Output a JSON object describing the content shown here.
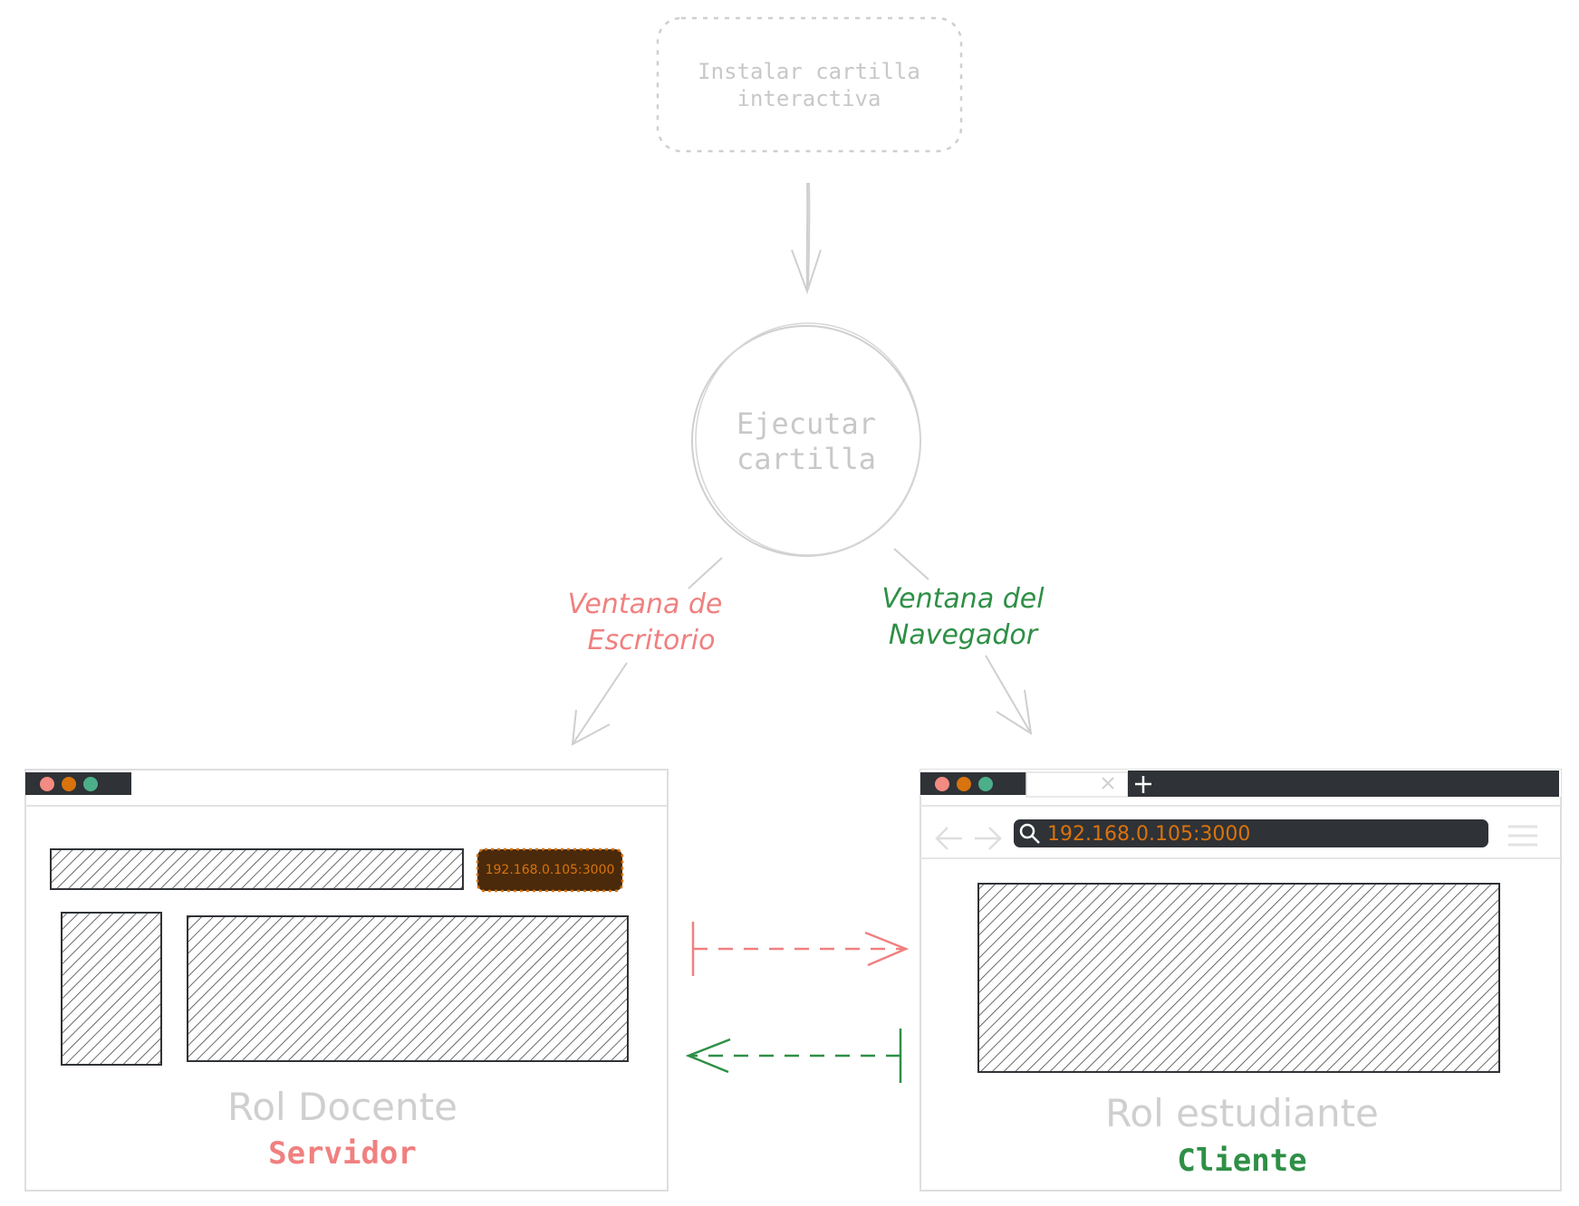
{
  "nodes": {
    "install": {
      "line1": "Instalar cartilla",
      "line2": "interactiva"
    },
    "execute": {
      "line1": "Ejecutar",
      "line2": "cartilla"
    }
  },
  "edges": {
    "desktop": {
      "line1": "Ventana de",
      "line2": "Escritorio"
    },
    "browser": {
      "line1": "Ventana del",
      "line2": "Navegador"
    }
  },
  "teacher": {
    "role": "Rol Docente",
    "type": "Servidor",
    "ip_badge": "192.168.0.105:3000"
  },
  "student": {
    "role": "Rol estudiante",
    "type": "Cliente",
    "url": "192.168.0.105:3000"
  },
  "colors": {
    "server": "#f08080",
    "client": "#2f8f46",
    "muted": "#cfcfcf",
    "dark": "#2f3236",
    "orange": "#d9730d",
    "badge_bg": "#4a2a0a",
    "dot_red": "#f28b82",
    "dot_orange": "#d9730d",
    "dot_green": "#4caf8a"
  }
}
